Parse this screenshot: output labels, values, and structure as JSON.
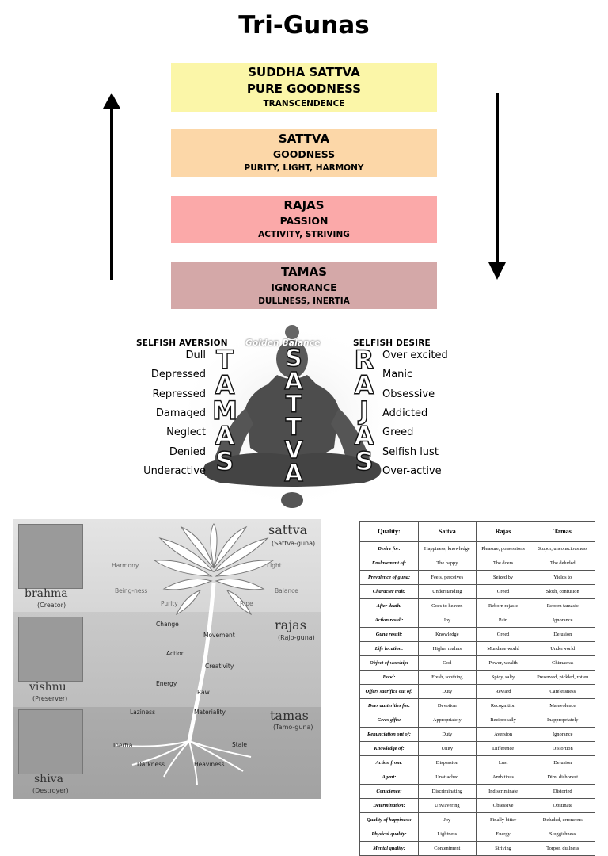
{
  "title": "Tri-Gunas",
  "levels": [
    {
      "name": "SUDDHA SATTVA",
      "sub": "PURE GOODNESS",
      "desc": "TRANSCENDENCE"
    },
    {
      "name": "SATTVA",
      "sub": "GOODNESS",
      "desc": "PURITY, LIGHT, HARMONY"
    },
    {
      "name": "RAJAS",
      "sub": "PASSION",
      "desc": "ACTIVITY, STRIVING"
    },
    {
      "name": "TAMAS",
      "sub": "IGNORANCE",
      "desc": "DULLNESS, INERTIA"
    }
  ],
  "figure": {
    "left_header": "SELFISH AVERSION",
    "center_header": "Golden Balance",
    "right_header": "SELFISH DESIRE",
    "left_words": [
      "Dull",
      "Depressed",
      "Repressed",
      "Damaged",
      "Neglect",
      "Denied",
      "Underactive"
    ],
    "right_words": [
      "Over excited",
      "Manic",
      "Obsessive",
      "Addicted",
      "Greed",
      "Selfish lust",
      "Over-active"
    ],
    "tamas_letters": [
      "T",
      "A",
      "M",
      "A",
      "S"
    ],
    "sattva_letters": [
      "S",
      "A",
      "T",
      "T",
      "V",
      "A"
    ],
    "rajas_letters": [
      "R",
      "A",
      "J",
      "A",
      "S"
    ]
  },
  "lotus": {
    "gods": [
      {
        "name": "brahma",
        "role": "(Creator)"
      },
      {
        "name": "vishnu",
        "role": "(Preserver)"
      },
      {
        "name": "shiva",
        "role": "(Destroyer)"
      }
    ],
    "gunas": [
      {
        "name": "sattva",
        "sub": "(Sattva-guna)"
      },
      {
        "name": "rajas",
        "sub": "(Rajo-guna)"
      },
      {
        "name": "tamas",
        "sub": "(Tamo-guna)"
      }
    ],
    "sattva_words": [
      "Harmony",
      "Light",
      "Being-ness",
      "Balance",
      "Purity",
      "Ripe"
    ],
    "rajas_words": [
      "Change",
      "Movement",
      "Action",
      "Creativity",
      "Energy",
      "Raw"
    ],
    "tamas_words": [
      "Laziness",
      "Materiality",
      "Inertia",
      "Stale",
      "Darkness",
      "Heaviness"
    ]
  },
  "table": {
    "headers": [
      "Quality:",
      "Sattva",
      "Rajas",
      "Tamas"
    ],
    "rows": [
      [
        "Desire for:",
        "Happiness, knowledge",
        "Pleasure, possessions",
        "Stupor, unconsciousness"
      ],
      [
        "Enslavement of:",
        "The happy",
        "The doers",
        "The deluded"
      ],
      [
        "Prevalence of guna:",
        "Feels, perceives",
        "Seized by",
        "Yields to"
      ],
      [
        "Character trait:",
        "Understanding",
        "Greed",
        "Sloth, confusion"
      ],
      [
        "After death:",
        "Goes to heaven",
        "Reborn rajasic",
        "Reborn tamasic"
      ],
      [
        "Action result:",
        "Joy",
        "Pain",
        "Ignorance"
      ],
      [
        "Guna result:",
        "Knowledge",
        "Greed",
        "Delusion"
      ],
      [
        "Life location:",
        "Higher realms",
        "Mundane world",
        "Underworld"
      ],
      [
        "Object of worship:",
        "God",
        "Power, wealth",
        "Chimaeras"
      ],
      [
        "Food:",
        "Fresh, soothing",
        "Spicy, salty",
        "Preserved, pickled, rotten"
      ],
      [
        "Offers sacrifice out of:",
        "Duty",
        "Reward",
        "Carelessness"
      ],
      [
        "Does austerities for:",
        "Devotion",
        "Recognition",
        "Malevolence"
      ],
      [
        "Gives gifts:",
        "Appropriately",
        "Reciprocally",
        "Inappropriately"
      ],
      [
        "Renunciation out of:",
        "Duty",
        "Aversion",
        "Ignorance"
      ],
      [
        "Knowledge of:",
        "Unity",
        "Difference",
        "Distortion"
      ],
      [
        "Action from:",
        "Dispassion",
        "Lust",
        "Delusion"
      ],
      [
        "Agent:",
        "Unattached",
        "Ambitious",
        "Dim, dishonest"
      ],
      [
        "Conscience:",
        "Discriminating",
        "Indiscriminate",
        "Distorted"
      ],
      [
        "Determination:",
        "Unwavering",
        "Obsessive",
        "Obstinate"
      ],
      [
        "Quality of happiness:",
        "Joy",
        "Finally bitter",
        "Deluded, erroneous"
      ],
      [
        "Physical quality:",
        "Lightness",
        "Energy",
        "Sluggishness"
      ],
      [
        "Mental quality:",
        "Contentment",
        "Striving",
        "Torpor, dullness"
      ]
    ]
  }
}
